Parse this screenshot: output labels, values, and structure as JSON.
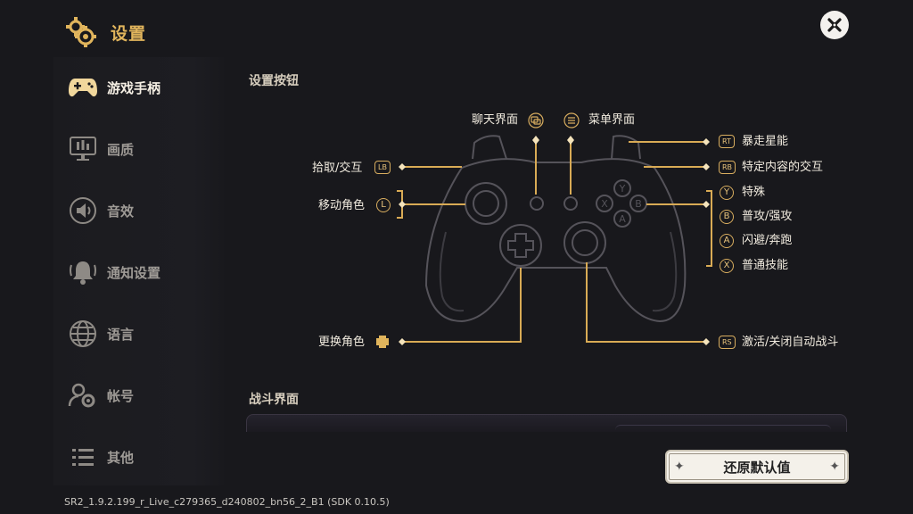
{
  "header": {
    "title": "设置"
  },
  "sidebar": {
    "items": [
      {
        "label": "游戏手柄",
        "icon": "gamepad-icon",
        "active": true
      },
      {
        "label": "画质",
        "icon": "monitor-icon"
      },
      {
        "label": "音效",
        "icon": "speaker-icon"
      },
      {
        "label": "通知设置",
        "icon": "bell-icon"
      },
      {
        "label": "语言",
        "icon": "globe-icon"
      },
      {
        "label": "帐号",
        "icon": "account-gear-icon"
      },
      {
        "label": "其他",
        "icon": "list-icon"
      }
    ]
  },
  "main": {
    "section_buttons": "设置按钮",
    "section_combat": "战斗界面",
    "labels": {
      "chat": "聊天界面",
      "menu": "菜单界面",
      "pickup": "拾取/交互",
      "move": "移动角色",
      "switch": "更换角色",
      "rt": "暴走星能",
      "rb": "特定内容的交互",
      "y": "特殊",
      "b": "普攻/强攻",
      "a": "闪避/奔跑",
      "x": "普通技能",
      "rs": "激活/关闭自动战斗"
    },
    "badges": {
      "lb": "LB",
      "l": "L",
      "rt": "RT",
      "rb": "RB",
      "y": "Y",
      "b": "B",
      "a": "A",
      "x": "X",
      "rs": "RS"
    }
  },
  "reset_button": {
    "label": "还原默认值"
  },
  "version": "SR2_1.9.2.199_r_Live_c279365_d240802_bn56_2_B1 (SDK 0.10.5)",
  "colors": {
    "accent": "#e0b45c",
    "line": "#d9ab55",
    "controller": "#55535a"
  }
}
